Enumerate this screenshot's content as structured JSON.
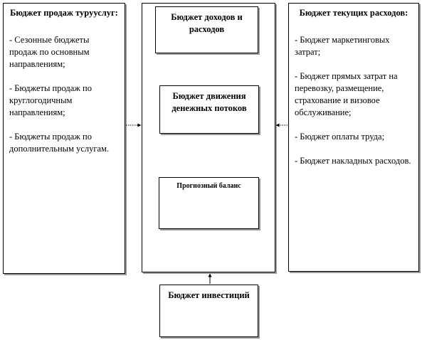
{
  "left_panel": {
    "title": "Бюджет продаж турууслуг:",
    "items": [
      "- Сезонные бюджеты продаж по основным направлениям;",
      "- Бюджеты продаж по круглогодичным направлениям;",
      "- Бюджеты продаж по дополнительным услугам."
    ]
  },
  "right_panel": {
    "title": "Бюджет текущих расходов:",
    "items": [
      "- Бюджет маркетинговых затрат;",
      "- Бюджет прямых затрат на перевозку, размещение, страхование и визовое обслуживание;",
      "- Бюджет оплаты труда;",
      "- Бюджет накладных расходов."
    ]
  },
  "center": {
    "income_expense": "Бюджет доходов и расходов",
    "cash_flow": "Бюджет движения денежных потоков",
    "forecast_balance": "Прогнозный баланс"
  },
  "bottom": {
    "investments": "Бюджет инвестиций"
  }
}
